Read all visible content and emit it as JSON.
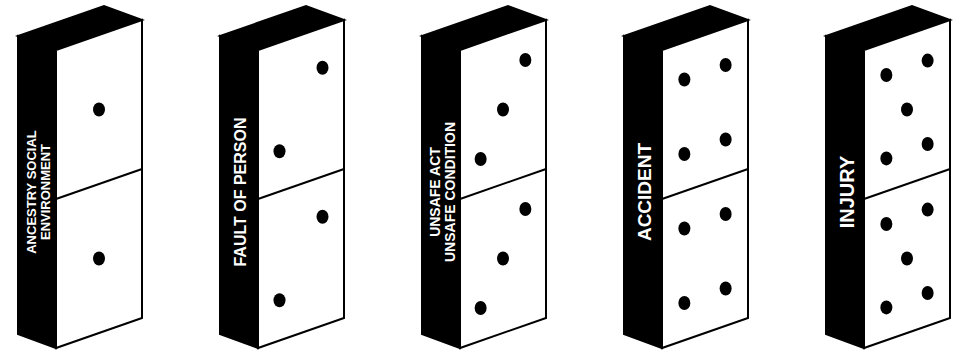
{
  "diagram": {
    "nodes": [
      {
        "text": [
          "ANCESTRY SOCIAL ENVIRONMENT"
        ]
      },
      {
        "text": [
          "FAULT OF PERSON"
        ]
      },
      {
        "text": [
          "UNSAFE ACT",
          "UNSAFE CONDITION"
        ]
      },
      {
        "text": [
          "ACCIDENT"
        ]
      },
      {
        "text": [
          "INJURY"
        ]
      }
    ]
  }
}
